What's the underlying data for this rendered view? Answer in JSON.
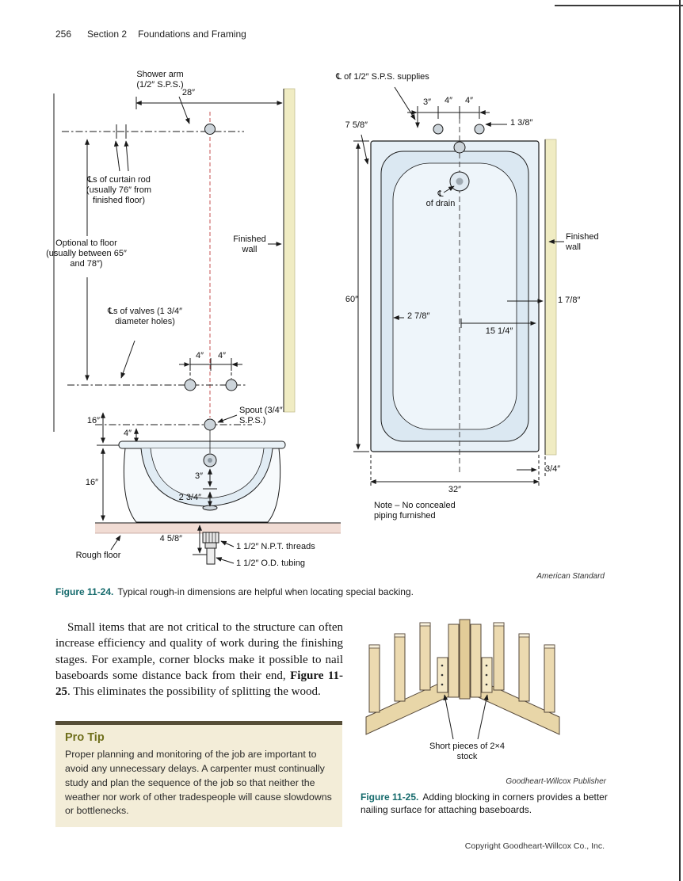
{
  "header": {
    "page_number": "256",
    "section": "Section 2",
    "title": "Foundations and Framing"
  },
  "footer": {
    "copyright": "Copyright Goodheart-Willcox Co., Inc."
  },
  "figure24": {
    "caption_label": "Figure 11-24.",
    "caption_text": "Typical rough-in dimensions are helpful when locating special backing.",
    "credit": "American Standard",
    "elevation": {
      "shower_arm": "Shower arm (1/2″ S.P.S.)",
      "dim_28": "28″",
      "curtain_rod": "℄s of curtain rod (usually 76″ from finished floor)",
      "optional_floor": "Optional to floor (usually between 65″ and 78″)",
      "finished_wall": "Finished wall",
      "valves": "℄s of valves (1 3/4″ diameter holes)",
      "dim_4_left": "4″",
      "dim_4_right": "4″",
      "spout": "Spout (3/4″ S.P.S.)",
      "dim_16_upper": "16″",
      "dim_4_rim": "4″",
      "dim_16_lower": "16″",
      "dim_3": "3″",
      "dim_2_34": "2 3/4″",
      "dim_4_58": "4 5/8″",
      "rough_floor": "Rough floor",
      "npt_threads": "1 1/2″ N.P.T. threads",
      "od_tubing": "1 1/2″ O.D. tubing"
    },
    "plan": {
      "supplies": "℄ of 1/2″ S.P.S. supplies",
      "dim_3": "3″",
      "dim_4_left": "4″",
      "dim_4_right": "4″",
      "dim_7_58": "7 5/8″",
      "dim_1_38": "1 3/8″",
      "drain_symbol": "℄",
      "drain_text": "of drain",
      "finished_wall": "Finished wall",
      "dim_60": "60″",
      "dim_2_78": "2 7/8″",
      "dim_15_14": "15 1/4″",
      "dim_1_78": "1 7/8″",
      "dim_3_4": "3/4″",
      "dim_32": "32″",
      "note": "Note – No concealed piping furnished"
    }
  },
  "body": {
    "para_before": "Small items that are not critical to the structure can often increase efficiency and quality of work during the finishing stages. For example, corner blocks make it possible to nail baseboards some distance back from their end, ",
    "para_ref": "Figure 11-25",
    "para_after": ". This eliminates the possibility of splitting the wood."
  },
  "protip": {
    "heading": "Pro Tip",
    "text": "Proper planning and monitoring of the job are important to avoid any unnecessary delays. A carpenter must continually study and plan the sequence of the job so that neither the weather nor work of other tradespeople will cause slowdowns or bottlenecks."
  },
  "figure25": {
    "label": "Short pieces of 2×4 stock",
    "credit": "Goodheart-Willcox Publisher",
    "caption_label": "Figure 11-25.",
    "caption_text": "Adding blocking in corners provides a better nailing surface for attaching baseboards."
  }
}
